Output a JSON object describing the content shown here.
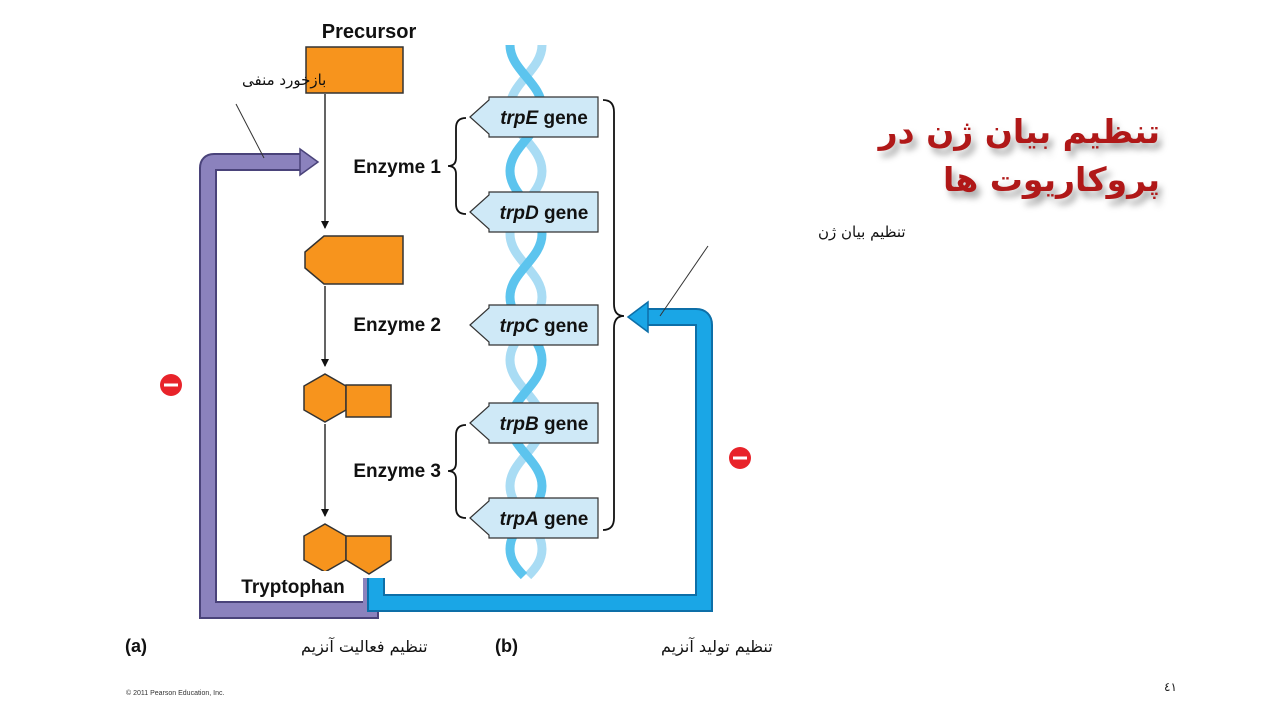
{
  "slide": {
    "title_line1": "تنظیم بیان ژن در",
    "title_line2": "پروکاریوت ها",
    "copyright": "© 2011 Pearson Education, Inc.",
    "page_number": "٤١"
  },
  "diagram": {
    "precursor": "Precursor",
    "product": "Tryptophan",
    "enzymes": [
      "Enzyme 1",
      "Enzyme 2",
      "Enzyme 3"
    ],
    "genes": [
      {
        "italic": "trpE",
        "rest": " gene"
      },
      {
        "italic": "trpD",
        "rest": " gene"
      },
      {
        "italic": "trpC",
        "rest": " gene"
      },
      {
        "italic": "trpB",
        "rest": " gene"
      },
      {
        "italic": "trpA",
        "rest": " gene"
      }
    ],
    "negative_feedback": "بازخورد منفی",
    "gene_expression_regulation": "تنظیم بیان ژن",
    "part_a_letter": "(a)",
    "part_a_text": "تنظیم فعالیت آنزیم",
    "part_b_letter": "(b)",
    "part_b_text": "تنظیم تولید آنزیم"
  },
  "colors": {
    "molecule_fill": "#f7941d",
    "activity_loop": "#8b82bd",
    "production_loop": "#1aa6e6",
    "inhibit": "#e8232a",
    "gene_box": "#cfe9f7",
    "dna_front": "#5cc4ee",
    "dna_back": "#a9dcf4",
    "title": "#b01818"
  }
}
